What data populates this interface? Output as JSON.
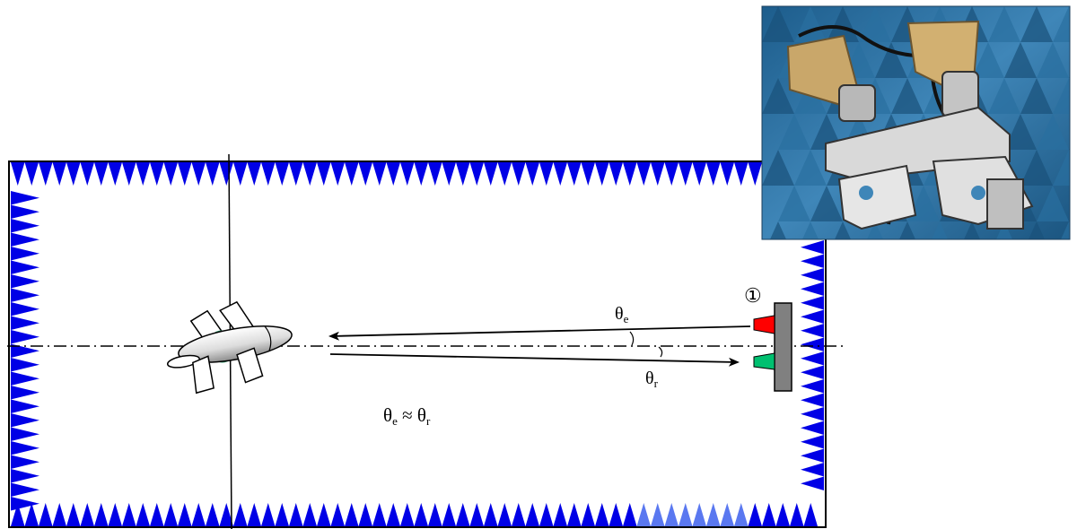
{
  "labels": {
    "theta_e": "θ",
    "theta_e_sub": "e",
    "theta_r": "θ",
    "theta_r_sub": "r",
    "relation_left": "θ",
    "relation_left_sub": "e",
    "relation_op": " ≈ θ",
    "relation_right_sub": "r",
    "antenna_marker": "①"
  },
  "colors": {
    "absorber": "#0000e6",
    "absorber_highlight": "#5a78f0",
    "transmit_horn": "#ff0000",
    "receive_horn": "#00c070",
    "antenna_mount": "#808080",
    "target_body": "#e8e8e8",
    "target_center": "#2e9a6a"
  },
  "photo": {
    "subject": "anechoic-chamber-horn-antennas-photo"
  }
}
